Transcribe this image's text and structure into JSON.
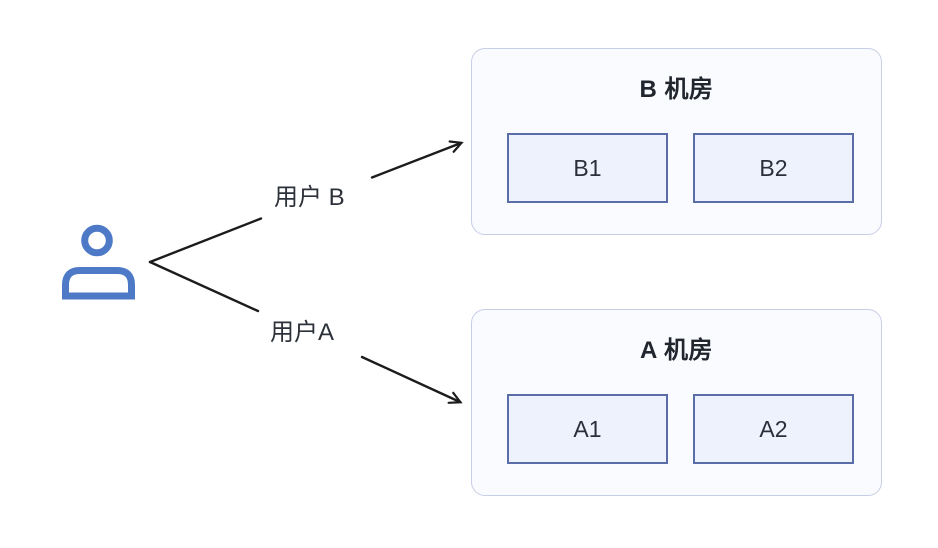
{
  "diagram": {
    "user": {
      "icon": "person-icon",
      "color": "#4d79c7"
    },
    "connections": [
      {
        "id": "user-b",
        "label": "用户 B",
        "target_zone": "B 机房"
      },
      {
        "id": "user-a",
        "label": "用户A",
        "target_zone": "A 机房"
      }
    ],
    "zones": [
      {
        "id": "zone-b",
        "title": "B 机房",
        "nodes": [
          "B1",
          "B2"
        ]
      },
      {
        "id": "zone-a",
        "title": "A 机房",
        "nodes": [
          "A1",
          "A2"
        ]
      }
    ],
    "colors": {
      "background": "#ffffff",
      "person_icon": "#4d79c7",
      "arrow": "#1c1c1c",
      "zone_border": "#c8cee6",
      "zone_fill": "#fafbfe",
      "node_border": "#5b6da8",
      "node_fill": "#edf2fc",
      "zone_title_text": "#20252e",
      "node_text": "#2a303a",
      "connection_label_text": "#2d323a"
    }
  }
}
